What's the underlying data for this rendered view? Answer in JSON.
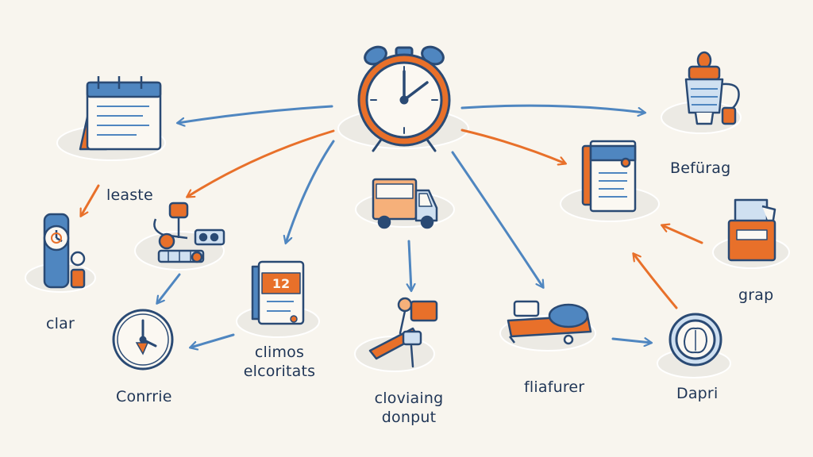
{
  "colors": {
    "background": "#f8f5ee",
    "ink": "#2a4a74",
    "blue": "#4f86c0",
    "light_blue": "#cfe0f1",
    "orange": "#e8702a",
    "light_orange": "#f6b07a",
    "plate": "#eceae4"
  },
  "labels": {
    "leaste": "leaste",
    "clar": "clar",
    "conrrie": "Conrrie",
    "climos_line1": "climos",
    "climos_line2": "elcoritats",
    "cloviaing_line1": "cloviaing",
    "cloviaing_line2": "donput",
    "flafurer": "fliafurer",
    "dapri": "Dapri",
    "grap": "grap",
    "befurag": "Befürag"
  },
  "icons": [
    "alarm-clock-icon",
    "calendar-icon",
    "watch-icon",
    "tools-icon",
    "wall-clock-icon",
    "dated-calendar-icon",
    "delivery-truck-icon",
    "person-icon",
    "sleeping-person-icon",
    "document-stack-icon",
    "mug-icon",
    "folder-box-icon",
    "clock-badge-icon"
  ]
}
